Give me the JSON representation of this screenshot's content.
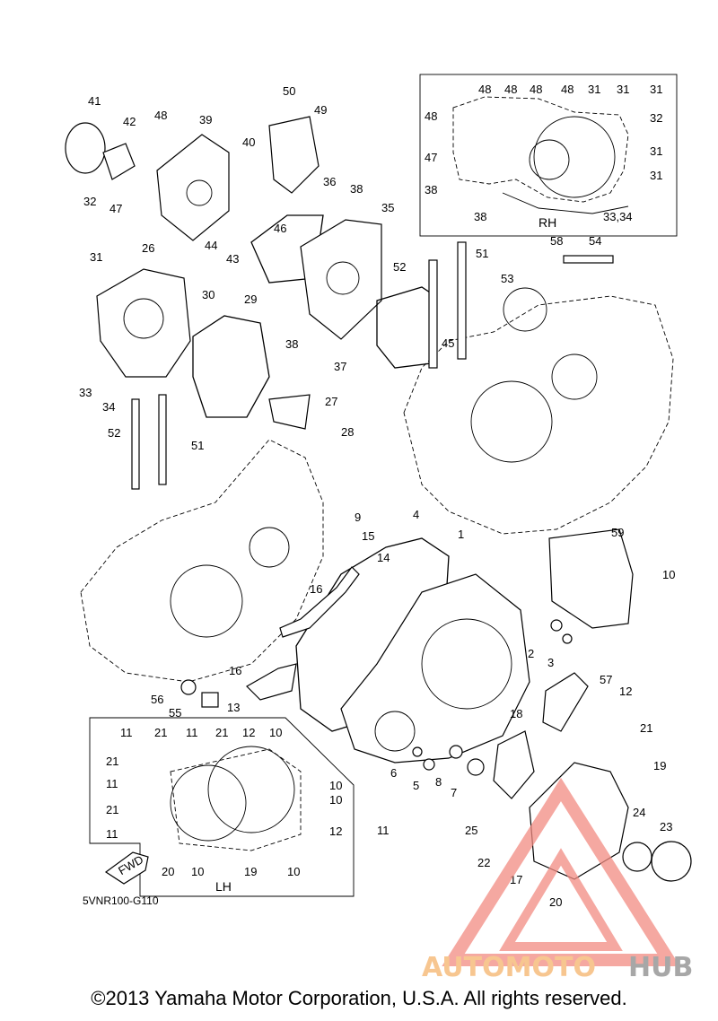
{
  "diagram": {
    "code": "5VNR100-G110",
    "copyright": "©2013 Yamaha Motor Corporation, U.S.A. All rights reserved.",
    "insets": {
      "rh_label": "RH",
      "lh_label": "LH"
    },
    "fwd_label": "FWD",
    "watermark": {
      "part1": "AUTOMOTO",
      "part2": "HUB",
      "color_primary": "#f28b82",
      "color_secondary": "#8a8a8a"
    },
    "callouts": [
      "1",
      "2",
      "3",
      "4",
      "5",
      "6",
      "7",
      "8",
      "9",
      "10",
      "10",
      "11",
      "12",
      "13",
      "14",
      "15",
      "16",
      "16",
      "17",
      "18",
      "19",
      "20",
      "21",
      "22",
      "23",
      "24",
      "25",
      "26",
      "27",
      "28",
      "29",
      "30",
      "31",
      "32",
      "33",
      "34",
      "35",
      "36",
      "37",
      "38",
      "38",
      "39",
      "40",
      "41",
      "42",
      "43",
      "44",
      "45",
      "46",
      "47",
      "48",
      "49",
      "50",
      "51",
      "51",
      "52",
      "52",
      "53",
      "54",
      "55",
      "56",
      "57",
      "58",
      "59"
    ],
    "rh_callouts": [
      "48",
      "48",
      "48",
      "48",
      "31",
      "31",
      "31",
      "32",
      "31",
      "31",
      "48",
      "47",
      "38",
      "38",
      "33,34"
    ],
    "lh_callouts": [
      "11",
      "21",
      "11",
      "21",
      "12",
      "10",
      "21",
      "11",
      "21",
      "11",
      "10",
      "10",
      "12",
      "20",
      "10",
      "19",
      "10"
    ]
  }
}
